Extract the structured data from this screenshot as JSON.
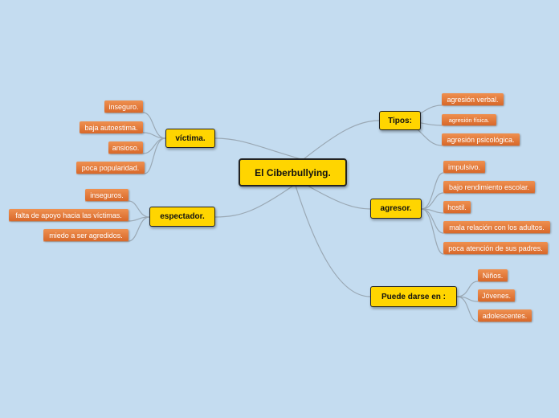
{
  "root": {
    "label": "El Ciberbullying."
  },
  "branches": {
    "victima": {
      "label": "víctima.",
      "items": [
        "inseguro.",
        "baja autoestima.",
        "ansioso.",
        "poca popularidad."
      ]
    },
    "espectador": {
      "label": "espectador.",
      "items": [
        "inseguros.",
        "falta de apoyo hacia las víctimas.",
        "miedo a ser agredidos."
      ]
    },
    "tipos": {
      "label": "Tipos:",
      "items": [
        "agresión verbal.",
        "agresión física.",
        "agresión psicológica."
      ]
    },
    "agresor": {
      "label": "agresor.",
      "items": [
        "impulsivo.",
        "bajo rendimiento escolar.",
        "hostil.",
        "mala relación con los adultos.",
        "poca atención de sus padres."
      ]
    },
    "puede": {
      "label": "Puede darse en :",
      "items": [
        "Niños.",
        "Jóvenes.",
        "adolescentes."
      ]
    }
  },
  "colors": {
    "background": "#c4dcf0",
    "main_node": "#ffd500",
    "leaf_node": "#e0773a",
    "connector": "#9aa8b4"
  }
}
